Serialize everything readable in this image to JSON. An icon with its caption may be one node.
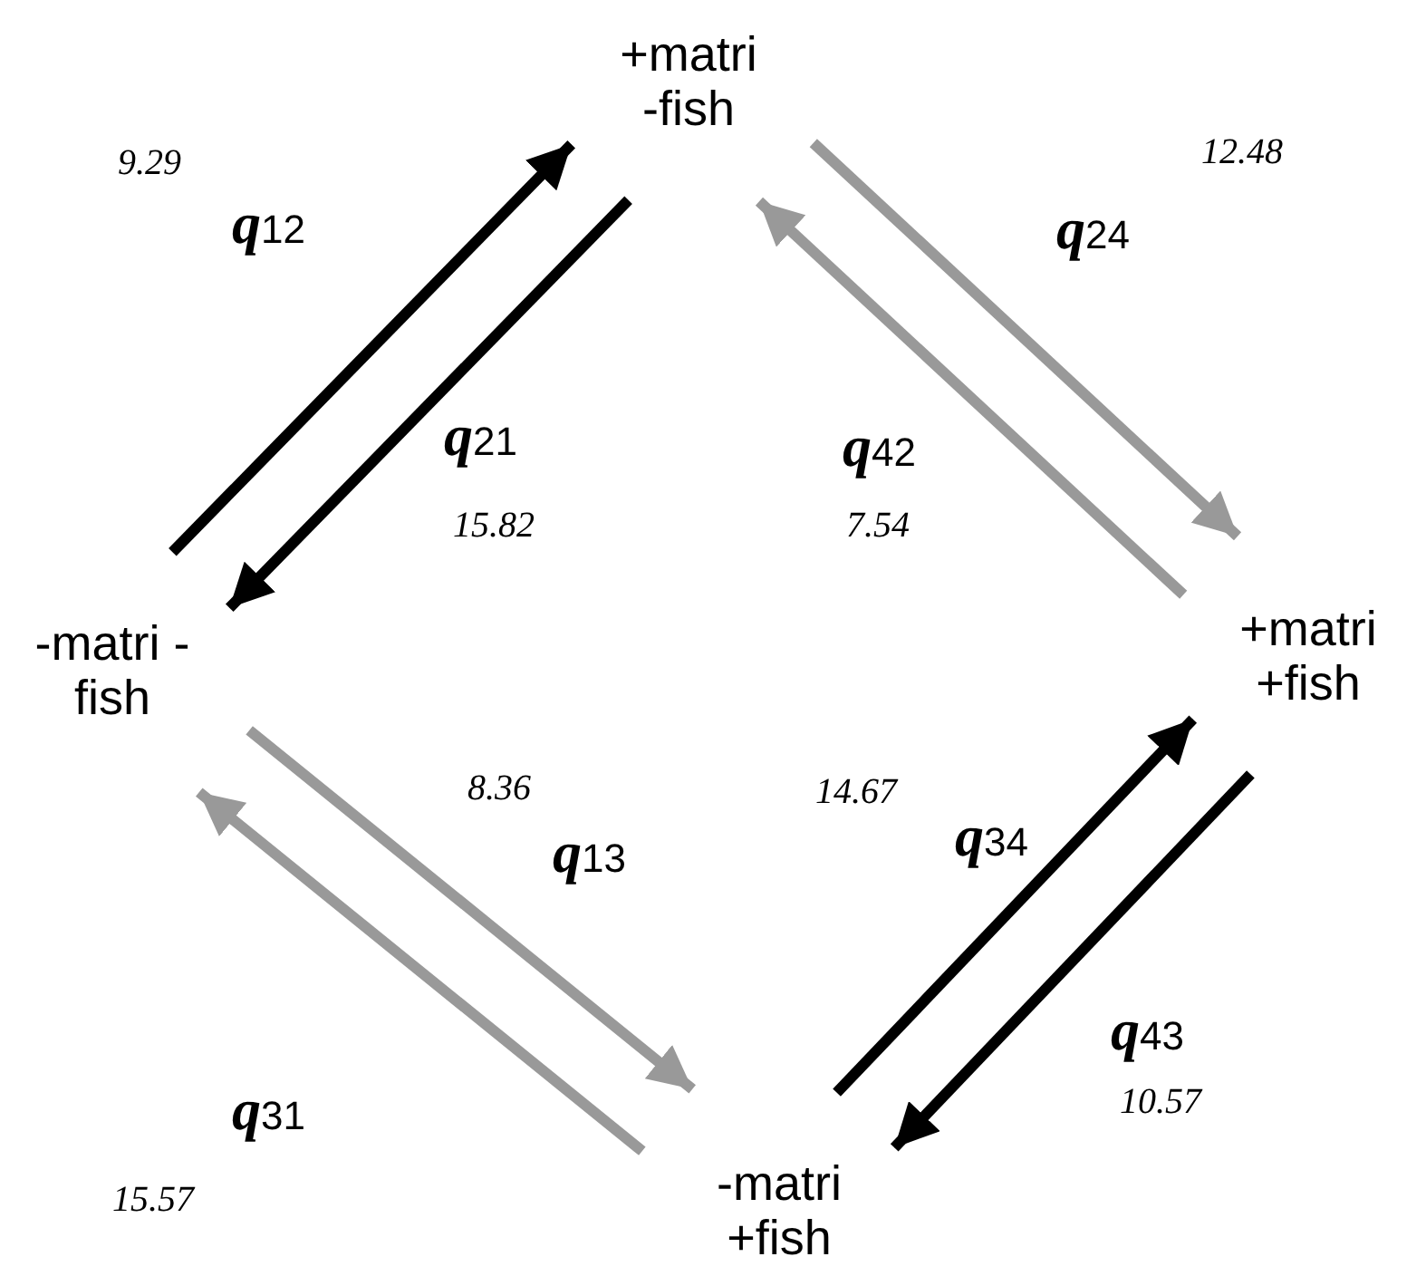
{
  "diagram": {
    "nodes": [
      {
        "text": [
          "+matri -fish"
        ]
      },
      {
        "text": [
          "-matri -fish"
        ]
      },
      {
        "text": [
          "+matri +fish"
        ]
      },
      {
        "text": [
          "-matri +fish"
        ]
      }
    ],
    "edges": [
      {
        "from": 1,
        "to": 0,
        "arrow": "to",
        "label": "q12"
      },
      {
        "from": 0,
        "to": 1,
        "arrow": "to",
        "label": "q21"
      },
      {
        "from": 0,
        "to": 2,
        "arrow": "to",
        "label": "q24",
        "color": "#999999"
      },
      {
        "from": 2,
        "to": 0,
        "arrow": "to",
        "label": "q42",
        "color": "#999999"
      },
      {
        "from": 3,
        "to": 2,
        "arrow": "to",
        "label": "q34"
      },
      {
        "from": 2,
        "to": 3,
        "arrow": "to",
        "label": "q43"
      },
      {
        "from": 1,
        "to": 3,
        "arrow": "to",
        "label": "q13",
        "color": "#999999"
      },
      {
        "from": 3,
        "to": 1,
        "arrow": "to",
        "label": "q31",
        "color": "#999999"
      }
    ],
    "labels": [
      "9.29",
      "12.48",
      "15.82",
      "7.54",
      "8.36",
      "14.67",
      "10.57",
      "15.57"
    ]
  }
}
